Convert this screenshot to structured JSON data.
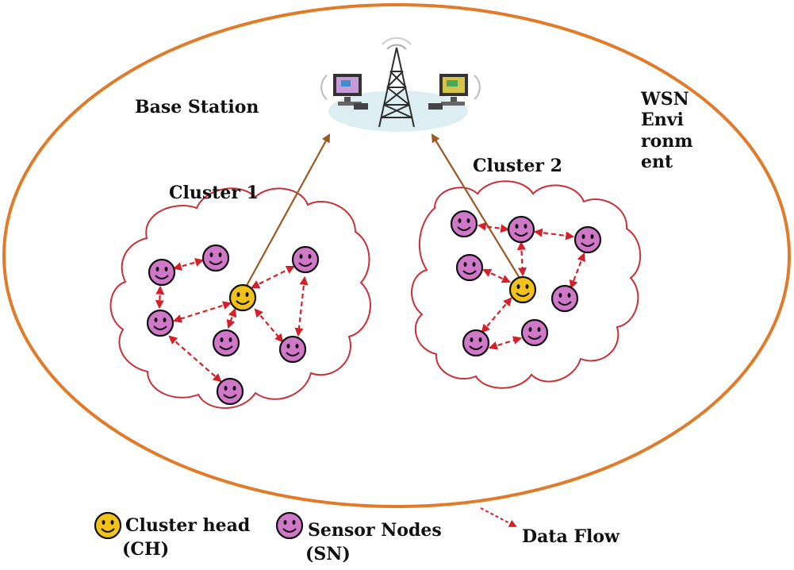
{
  "labels": {
    "base_station": "Base Station",
    "cluster1": "Cluster 1",
    "cluster2": "Cluster 2",
    "environment_lines": [
      "WSN",
      "Envi",
      "ronm",
      "ent"
    ]
  },
  "legend": {
    "cluster_head": "Cluster head",
    "cluster_head_abbr": "(CH)",
    "sensor_nodes": "Sensor Nodes",
    "sensor_nodes_abbr": "(SN)",
    "data_flow": "Data Flow"
  },
  "colors": {
    "environment_border": "#e07b2a",
    "cloud_border": "#c8303a",
    "sensor_fill": "#d078c8",
    "cluster_head_fill": "#f2c21a",
    "data_flow": "#d4202a",
    "uplink": "#9a5a22",
    "tower": "#333333"
  },
  "icons": {
    "sensor_node": "smiley-face-icon",
    "cluster_head": "smiley-face-icon",
    "base_station": "cell-tower-icon",
    "computer": "desktop-computer-icon"
  }
}
